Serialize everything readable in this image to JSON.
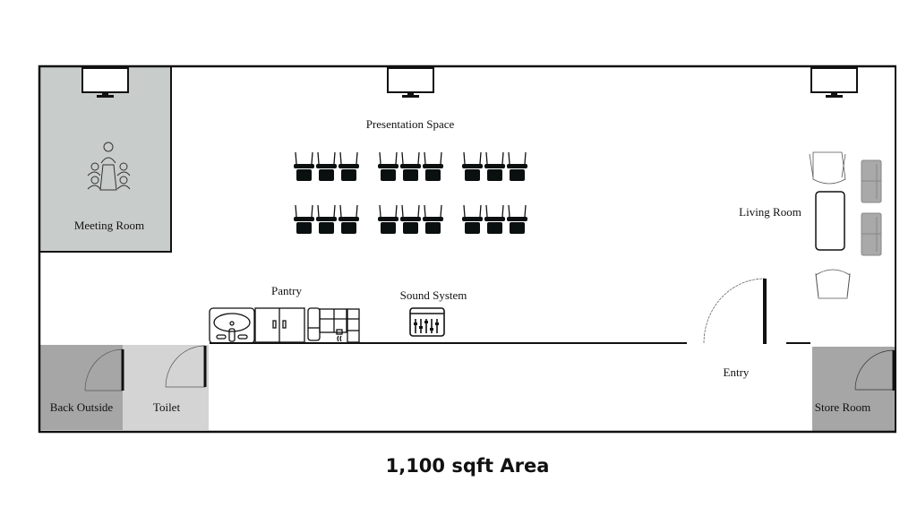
{
  "plan": {
    "rooms": {
      "meeting_room": "Meeting Room",
      "presentation_space": "Presentation Space",
      "living_room": "Living Room",
      "pantry": "Pantry",
      "sound_system": "Sound System",
      "entry": "Entry",
      "back_outside": "Back Outside",
      "toilet": "Toilet",
      "store_room": "Store Room"
    },
    "area_label": "1,100 sqft Area",
    "chair_rows": 2,
    "chair_groups": 3,
    "chairs_per_group": 3
  },
  "colors": {
    "meeting_room": "#c8cdcb",
    "back_outside": "#a6a6a6",
    "toilet": "#d4d4d4",
    "store_room": "#a6a6a6",
    "sofa": "#a9a9a9",
    "wall": "#111111"
  }
}
